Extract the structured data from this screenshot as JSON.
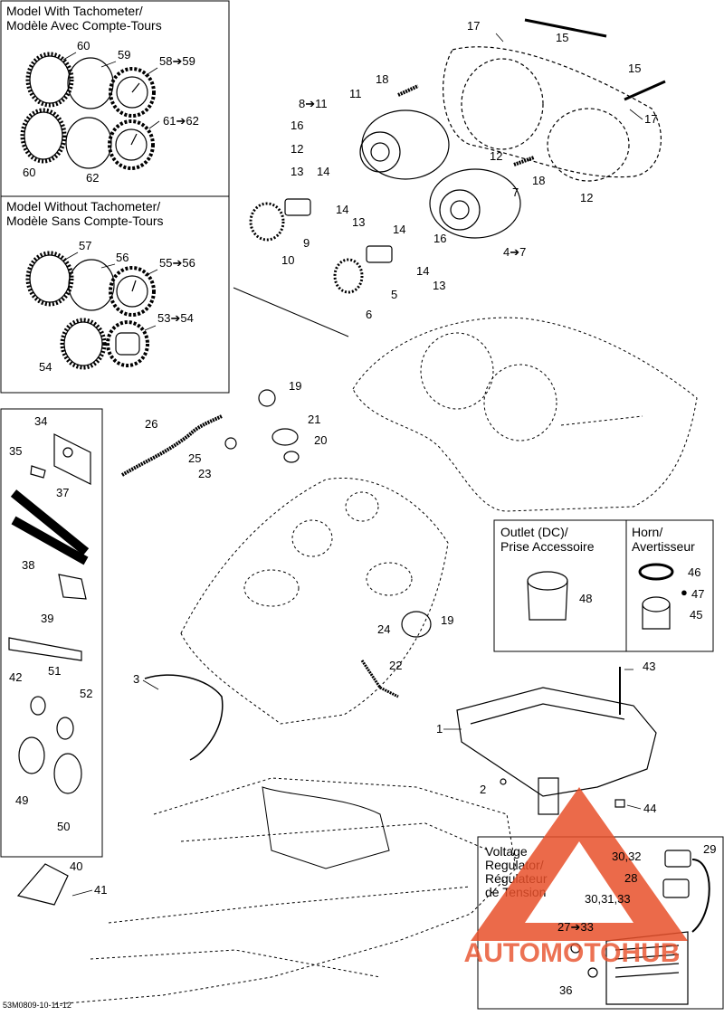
{
  "panels": {
    "with_tach": {
      "line1": "Model With Tachometer/",
      "line2": "Modèle Avec Compte-Tours"
    },
    "without_tach": {
      "line1": "Model Without Tachometer/",
      "line2": "Modèle Sans Compte-Tours"
    },
    "outlet": {
      "line1": "Outlet (DC)/",
      "line2": "Prise Accessoire"
    },
    "horn": {
      "line1": "Horn/",
      "line2": "Avertisseur"
    },
    "voltage": {
      "line1": "Voltage",
      "line2": "Regulator/",
      "line3": "Régulateur",
      "line4": "de Tension"
    }
  },
  "callouts": {
    "c60a": "60",
    "c59": "59",
    "c58": "58➔59",
    "c60b": "60",
    "c62": "62",
    "c61": "61➔62",
    "c57": "57",
    "c56": "56",
    "c55": "55➔56",
    "c54": "54",
    "c53": "53➔54",
    "c17a": "17",
    "c15a": "15",
    "c15b": "15",
    "c17b": "17",
    "c18a": "18",
    "c8": "8➔11",
    "c11": "11",
    "c16a": "16",
    "c12a": "12",
    "c13a": "13",
    "c14a": "14",
    "c12b": "12",
    "c18b": "18",
    "c7": "7",
    "c12c": "12",
    "c14b": "14",
    "c13b": "13",
    "c14c": "14",
    "c16b": "16",
    "c47": "4➔7",
    "c9": "9",
    "c10": "10",
    "c14d": "14",
    "c13c": "13",
    "c5": "5",
    "c6": "6",
    "c19a": "19",
    "c26": "26",
    "c21": "21",
    "c20": "20",
    "c25": "25",
    "c23": "23",
    "c34": "34",
    "c35": "35",
    "c37": "37",
    "c38": "38",
    "c39": "39",
    "c42": "42",
    "c51": "51",
    "c52": "52",
    "c49": "49",
    "c50": "50",
    "c46": "46",
    "c47h": "47",
    "c48": "48",
    "c45": "45",
    "c24": "24",
    "c19b": "19",
    "c22": "22",
    "c3": "3",
    "c43": "43",
    "c1": "1",
    "c2": "2",
    "c44": "44",
    "c40": "40",
    "c41": "41",
    "c29": "29",
    "c3032": "30,32",
    "c28": "28",
    "c303133": "30,31,33",
    "c2733": "27➔33",
    "c36": "36"
  },
  "drop_icon": "oil-drop-icon",
  "watermark": "AUTOMOTOHUB",
  "watermark_color": "#e8502a",
  "footer_code": "53M0809-10-11-12"
}
